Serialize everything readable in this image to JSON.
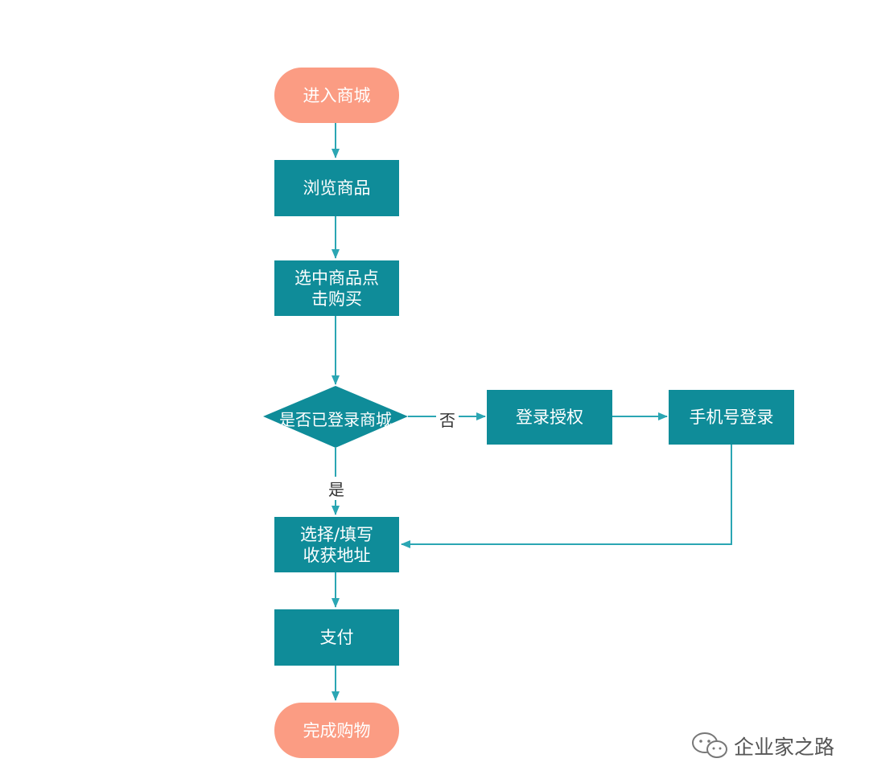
{
  "nodes": {
    "enter_mall": "进入商城",
    "browse_goods": "浏览商品",
    "select_buy": "选中商品点\n击购买",
    "logged_in_check": "是否已登录商城",
    "login_auth": "登录授权",
    "phone_login": "手机号登录",
    "address": "选择/填写\n收获地址",
    "pay": "支付",
    "finish": "完成购物"
  },
  "edge_labels": {
    "no": "否",
    "yes": "是"
  },
  "watermark": {
    "text": "企业家之路",
    "icon": "wechat-icon"
  },
  "colors": {
    "terminal": "#fb9c83",
    "process": "#0f8c99",
    "connector": "#2ba6b3"
  }
}
